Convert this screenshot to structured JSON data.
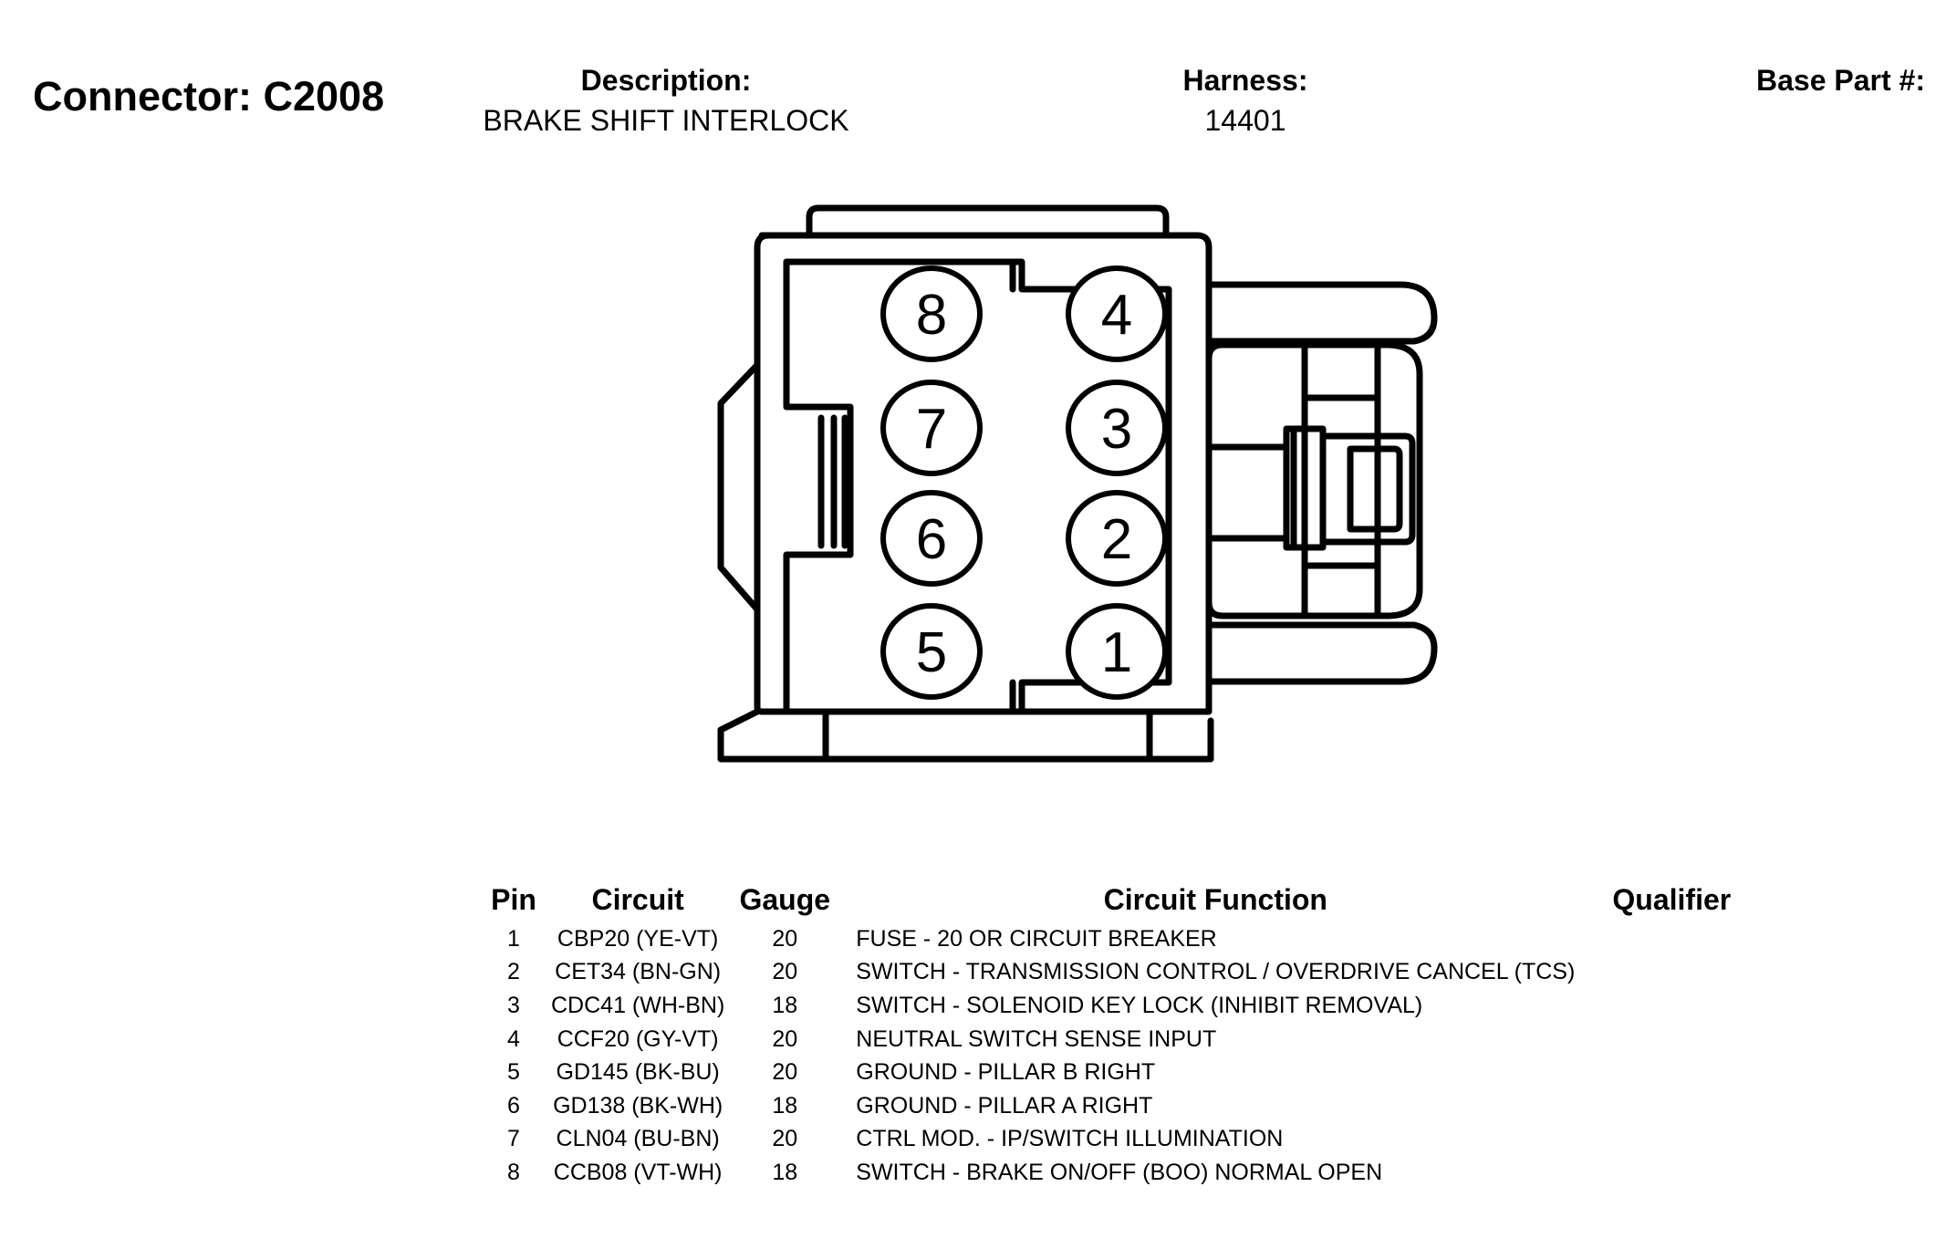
{
  "header": {
    "connector_title": "Connector: C2008",
    "description_label": "Description:",
    "description_value": "BRAKE SHIFT INTERLOCK",
    "harness_label": "Harness:",
    "harness_value": "14401",
    "base_part_label": "Base Part #:"
  },
  "connector": {
    "pins": [
      "8",
      "4",
      "7",
      "3",
      "6",
      "2",
      "5",
      "1"
    ]
  },
  "table": {
    "columns": [
      "Pin",
      "Circuit",
      "Gauge",
      "Circuit Function",
      "Qualifier"
    ],
    "rows": [
      [
        "1",
        "CBP20 (YE-VT)",
        "20",
        "FUSE - 20 OR CIRCUIT BREAKER",
        ""
      ],
      [
        "2",
        "CET34 (BN-GN)",
        "20",
        "SWITCH - TRANSMISSION CONTROL / OVERDRIVE CANCEL (TCS)",
        ""
      ],
      [
        "3",
        "CDC41 (WH-BN)",
        "18",
        "SWITCH - SOLENOID KEY LOCK (INHIBIT REMOVAL)",
        ""
      ],
      [
        "4",
        "CCF20 (GY-VT)",
        "20",
        "NEUTRAL SWITCH SENSE INPUT",
        ""
      ],
      [
        "5",
        "GD145 (BK-BU)",
        "20",
        "GROUND - PILLAR B RIGHT",
        ""
      ],
      [
        "6",
        "GD138 (BK-WH)",
        "18",
        "GROUND - PILLAR A RIGHT",
        ""
      ],
      [
        "7",
        "CLN04 (BU-BN)",
        "20",
        "CTRL MOD. - IP/SWITCH ILLUMINATION",
        ""
      ],
      [
        "8",
        "CCB08 (VT-WH)",
        "18",
        "SWITCH - BRAKE ON/OFF (BOO) NORMAL OPEN",
        ""
      ]
    ]
  }
}
